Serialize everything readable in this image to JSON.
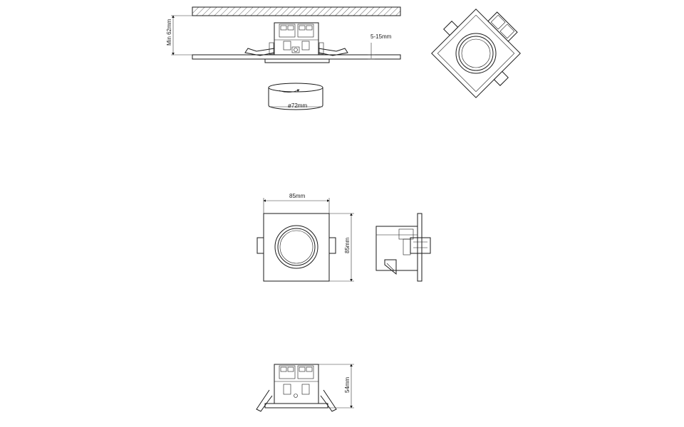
{
  "dimensions": {
    "min_height": "Min 62mm",
    "ceiling_thickness": "5-15mm",
    "cutout_diameter": "ø72mm",
    "width": "85mm",
    "height": "85mm",
    "depth": "54mm"
  }
}
